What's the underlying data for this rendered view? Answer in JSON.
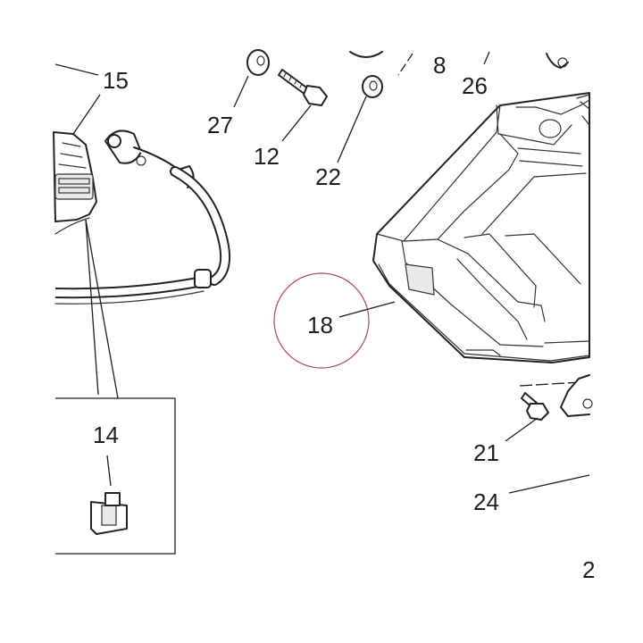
{
  "callouts": {
    "c15": "15",
    "c27": "27",
    "c12": "12",
    "c22": "22",
    "c8": "8",
    "c26": "26",
    "c18": "18",
    "c14": "14",
    "c21": "21",
    "c24": "24",
    "c2": "2"
  },
  "colors": {
    "line": "#1e1e1e",
    "highlight_circle": "#b0465a"
  }
}
